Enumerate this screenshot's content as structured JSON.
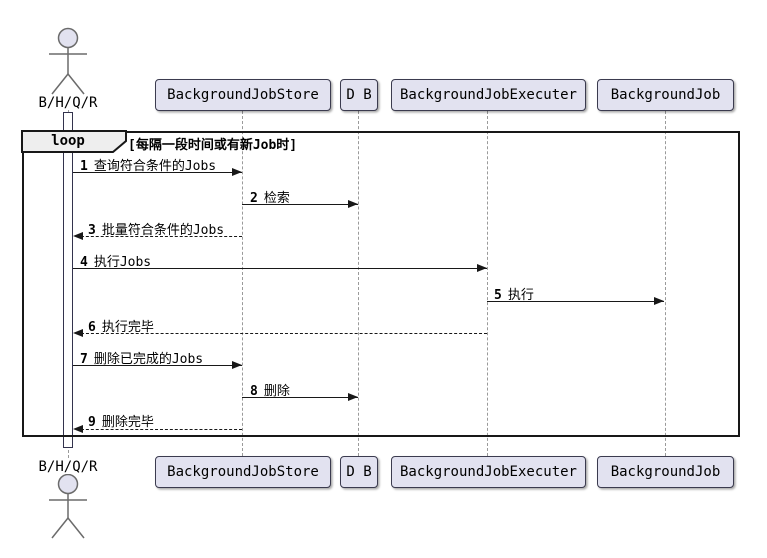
{
  "diagram": {
    "type": "uml-sequence-diagram",
    "actor": {
      "name": "B/H/Q/R"
    },
    "participants": [
      {
        "label": "BackgroundJobStore"
      },
      {
        "label": "D B"
      },
      {
        "label": "BackgroundJobExecuter"
      },
      {
        "label": "BackgroundJob"
      }
    ],
    "loop": {
      "operator": "loop",
      "condition": "[每隔一段时间或有新Job时]"
    },
    "messages": [
      {
        "num": "1",
        "text": "查询符合条件的Jobs",
        "from": "B/H/Q/R",
        "to": "BackgroundJobStore",
        "line": "solid"
      },
      {
        "num": "2",
        "text": "检索",
        "from": "BackgroundJobStore",
        "to": "D B",
        "line": "solid"
      },
      {
        "num": "3",
        "text": "批量符合条件的Jobs",
        "from": "BackgroundJobStore",
        "to": "B/H/Q/R",
        "line": "dashed"
      },
      {
        "num": "4",
        "text": "执行Jobs",
        "from": "B/H/Q/R",
        "to": "BackgroundJobExecuter",
        "line": "solid"
      },
      {
        "num": "5",
        "text": "执行",
        "from": "BackgroundJobExecuter",
        "to": "BackgroundJob",
        "line": "solid"
      },
      {
        "num": "6",
        "text": "执行完毕",
        "from": "BackgroundJobExecuter",
        "to": "B/H/Q/R",
        "line": "dashed"
      },
      {
        "num": "7",
        "text": "删除已完成的Jobs",
        "from": "B/H/Q/R",
        "to": "BackgroundJobStore",
        "line": "solid"
      },
      {
        "num": "8",
        "text": "删除",
        "from": "BackgroundJobStore",
        "to": "D B",
        "line": "solid"
      },
      {
        "num": "9",
        "text": "删除完毕",
        "from": "BackgroundJobStore",
        "to": "B/H/Q/R",
        "line": "dashed"
      }
    ],
    "colors": {
      "participant_fill": "#E2E2F0",
      "participant_border": "#3b3b4f",
      "lifeline": "#9a9a9a",
      "frame_border": "#181818",
      "operator_fill": "#EEEEEE",
      "arrow": "#181818",
      "text": "#000000"
    }
  }
}
